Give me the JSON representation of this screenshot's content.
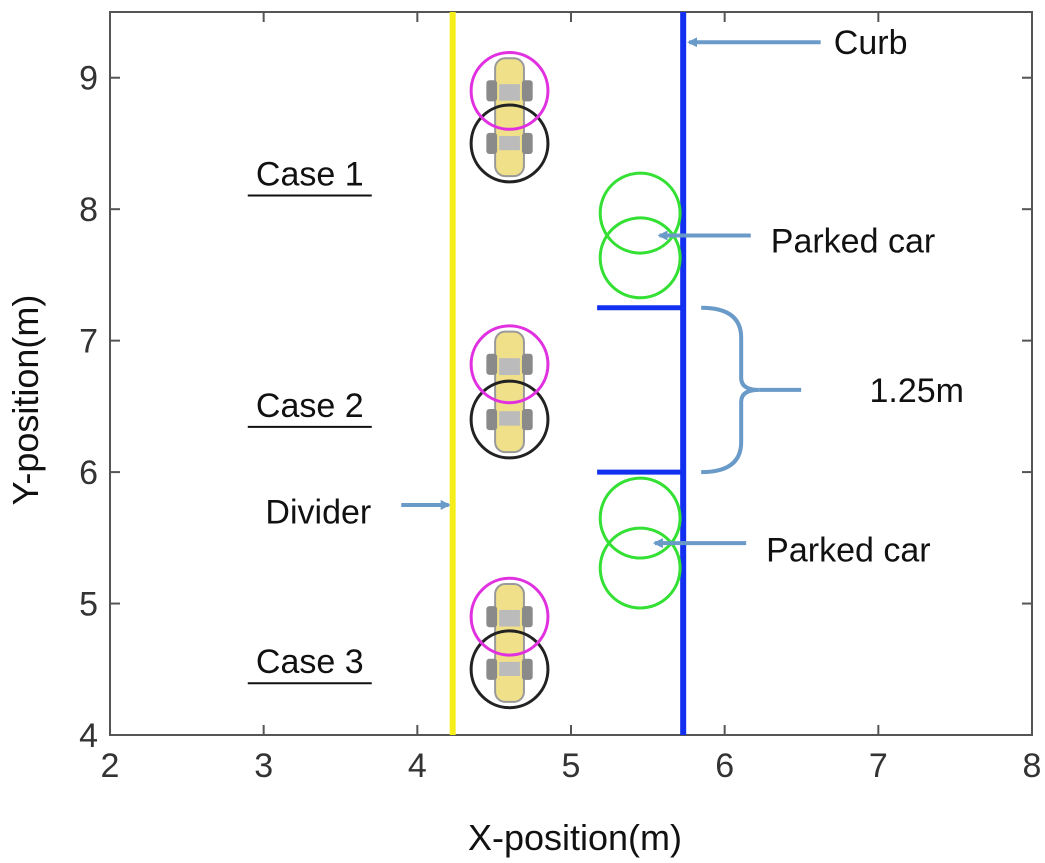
{
  "chart_data": {
    "type": "scatter",
    "title": "",
    "xlabel": "X-position(m)",
    "ylabel": "Y-position(m)",
    "xlim": [
      2,
      8
    ],
    "ylim": [
      4,
      9.5
    ],
    "xticks": [
      "2",
      "3",
      "4",
      "5",
      "6",
      "7",
      "8"
    ],
    "yticks": [
      "4",
      "5",
      "6",
      "7",
      "8",
      "9"
    ],
    "grid": false,
    "colors": {
      "divider": "#f5ee1a",
      "curb": "#1230f0",
      "parked_car": "#33e033",
      "vehicle_front": "#e030e0",
      "vehicle_rear": "#222222",
      "arrow": "#6a9ac8",
      "car_body": "#f0e08a"
    },
    "divider": {
      "x": 4.23,
      "label": "Divider",
      "label_pos": [
        3.7,
        5.7
      ],
      "arrow_tip": [
        4.23,
        5.75
      ]
    },
    "curb": {
      "x": 5.73,
      "label": "Curb",
      "label_pos": [
        6.95,
        9.27
      ],
      "arrow_tip": [
        5.73,
        9.27
      ]
    },
    "parking_gap": {
      "y_top": 7.25,
      "y_bottom": 6.0,
      "x_start": 5.17,
      "x_end": 5.73,
      "label": "1.25m",
      "label_pos": [
        7.25,
        6.62
      ]
    },
    "parked_cars": [
      {
        "label": "Parked car",
        "circles": [
          [
            5.45,
            7.97
          ],
          [
            5.45,
            7.63
          ]
        ],
        "radius": 0.26,
        "label_pos": [
          6.3,
          7.76
        ],
        "arrow_tip": [
          5.55,
          7.8
        ]
      },
      {
        "label": "Parked car",
        "circles": [
          [
            5.45,
            5.65
          ],
          [
            5.45,
            5.27
          ]
        ],
        "radius": 0.26,
        "label_pos": [
          6.27,
          5.41
        ],
        "arrow_tip": [
          5.52,
          5.46
        ]
      }
    ],
    "cases": [
      {
        "label": "Case 1",
        "label_pos": [
          3.3,
          8.18
        ],
        "vehicle_x": 4.6,
        "front_y": 8.9,
        "rear_y": 8.5
      },
      {
        "label": "Case 2",
        "label_pos": [
          3.3,
          6.42
        ],
        "vehicle_x": 4.6,
        "front_y": 6.82,
        "rear_y": 6.4
      },
      {
        "label": "Case 3",
        "label_pos": [
          3.3,
          4.47
        ],
        "vehicle_x": 4.6,
        "front_y": 4.9,
        "rear_y": 4.5
      }
    ],
    "vehicle_radius": 0.25
  }
}
